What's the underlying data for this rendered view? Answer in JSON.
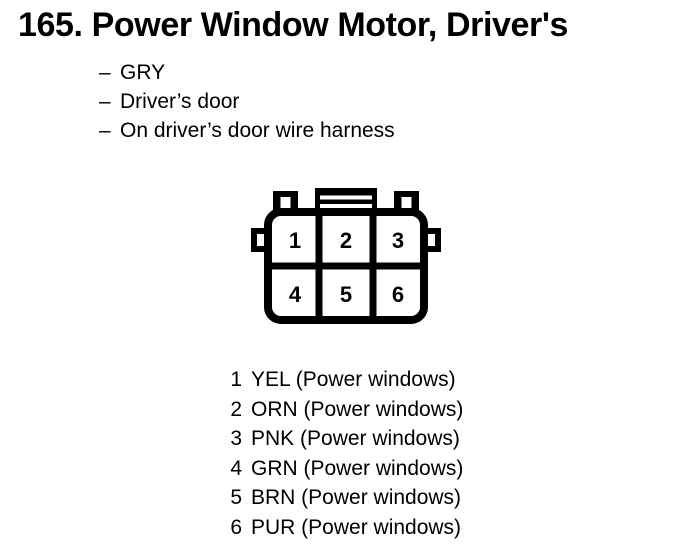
{
  "page": {
    "title": "165. Power Window Motor, Driver's",
    "background_color": "#ffffff",
    "ink_color": "#000000"
  },
  "details": {
    "bullet_marker": "–",
    "items": [
      "GRY",
      "Driver’s door",
      "On driver’s door wire harness"
    ]
  },
  "connector": {
    "name": "6-way-connector",
    "rows": 2,
    "columns": 3,
    "cavity_labels_top": [
      "1",
      "2",
      "3"
    ],
    "cavity_labels_bottom": [
      "4",
      "5",
      "6"
    ],
    "features": {
      "left_ear": "side-latch-tab",
      "right_ear": "side-latch-tab",
      "top_center_tab": "ribbed-lock-tab",
      "top_left_tab": "notched-tab",
      "top_right_tab": "notched-tab"
    }
  },
  "pins": [
    {
      "number": "1",
      "description": "YEL (Power windows)"
    },
    {
      "number": "2",
      "description": "ORN (Power windows)"
    },
    {
      "number": "3",
      "description": "PNK (Power windows)"
    },
    {
      "number": "4",
      "description": "GRN (Power windows)"
    },
    {
      "number": "5",
      "description": "BRN (Power windows)"
    },
    {
      "number": "6",
      "description": "PUR (Power windows)"
    }
  ]
}
